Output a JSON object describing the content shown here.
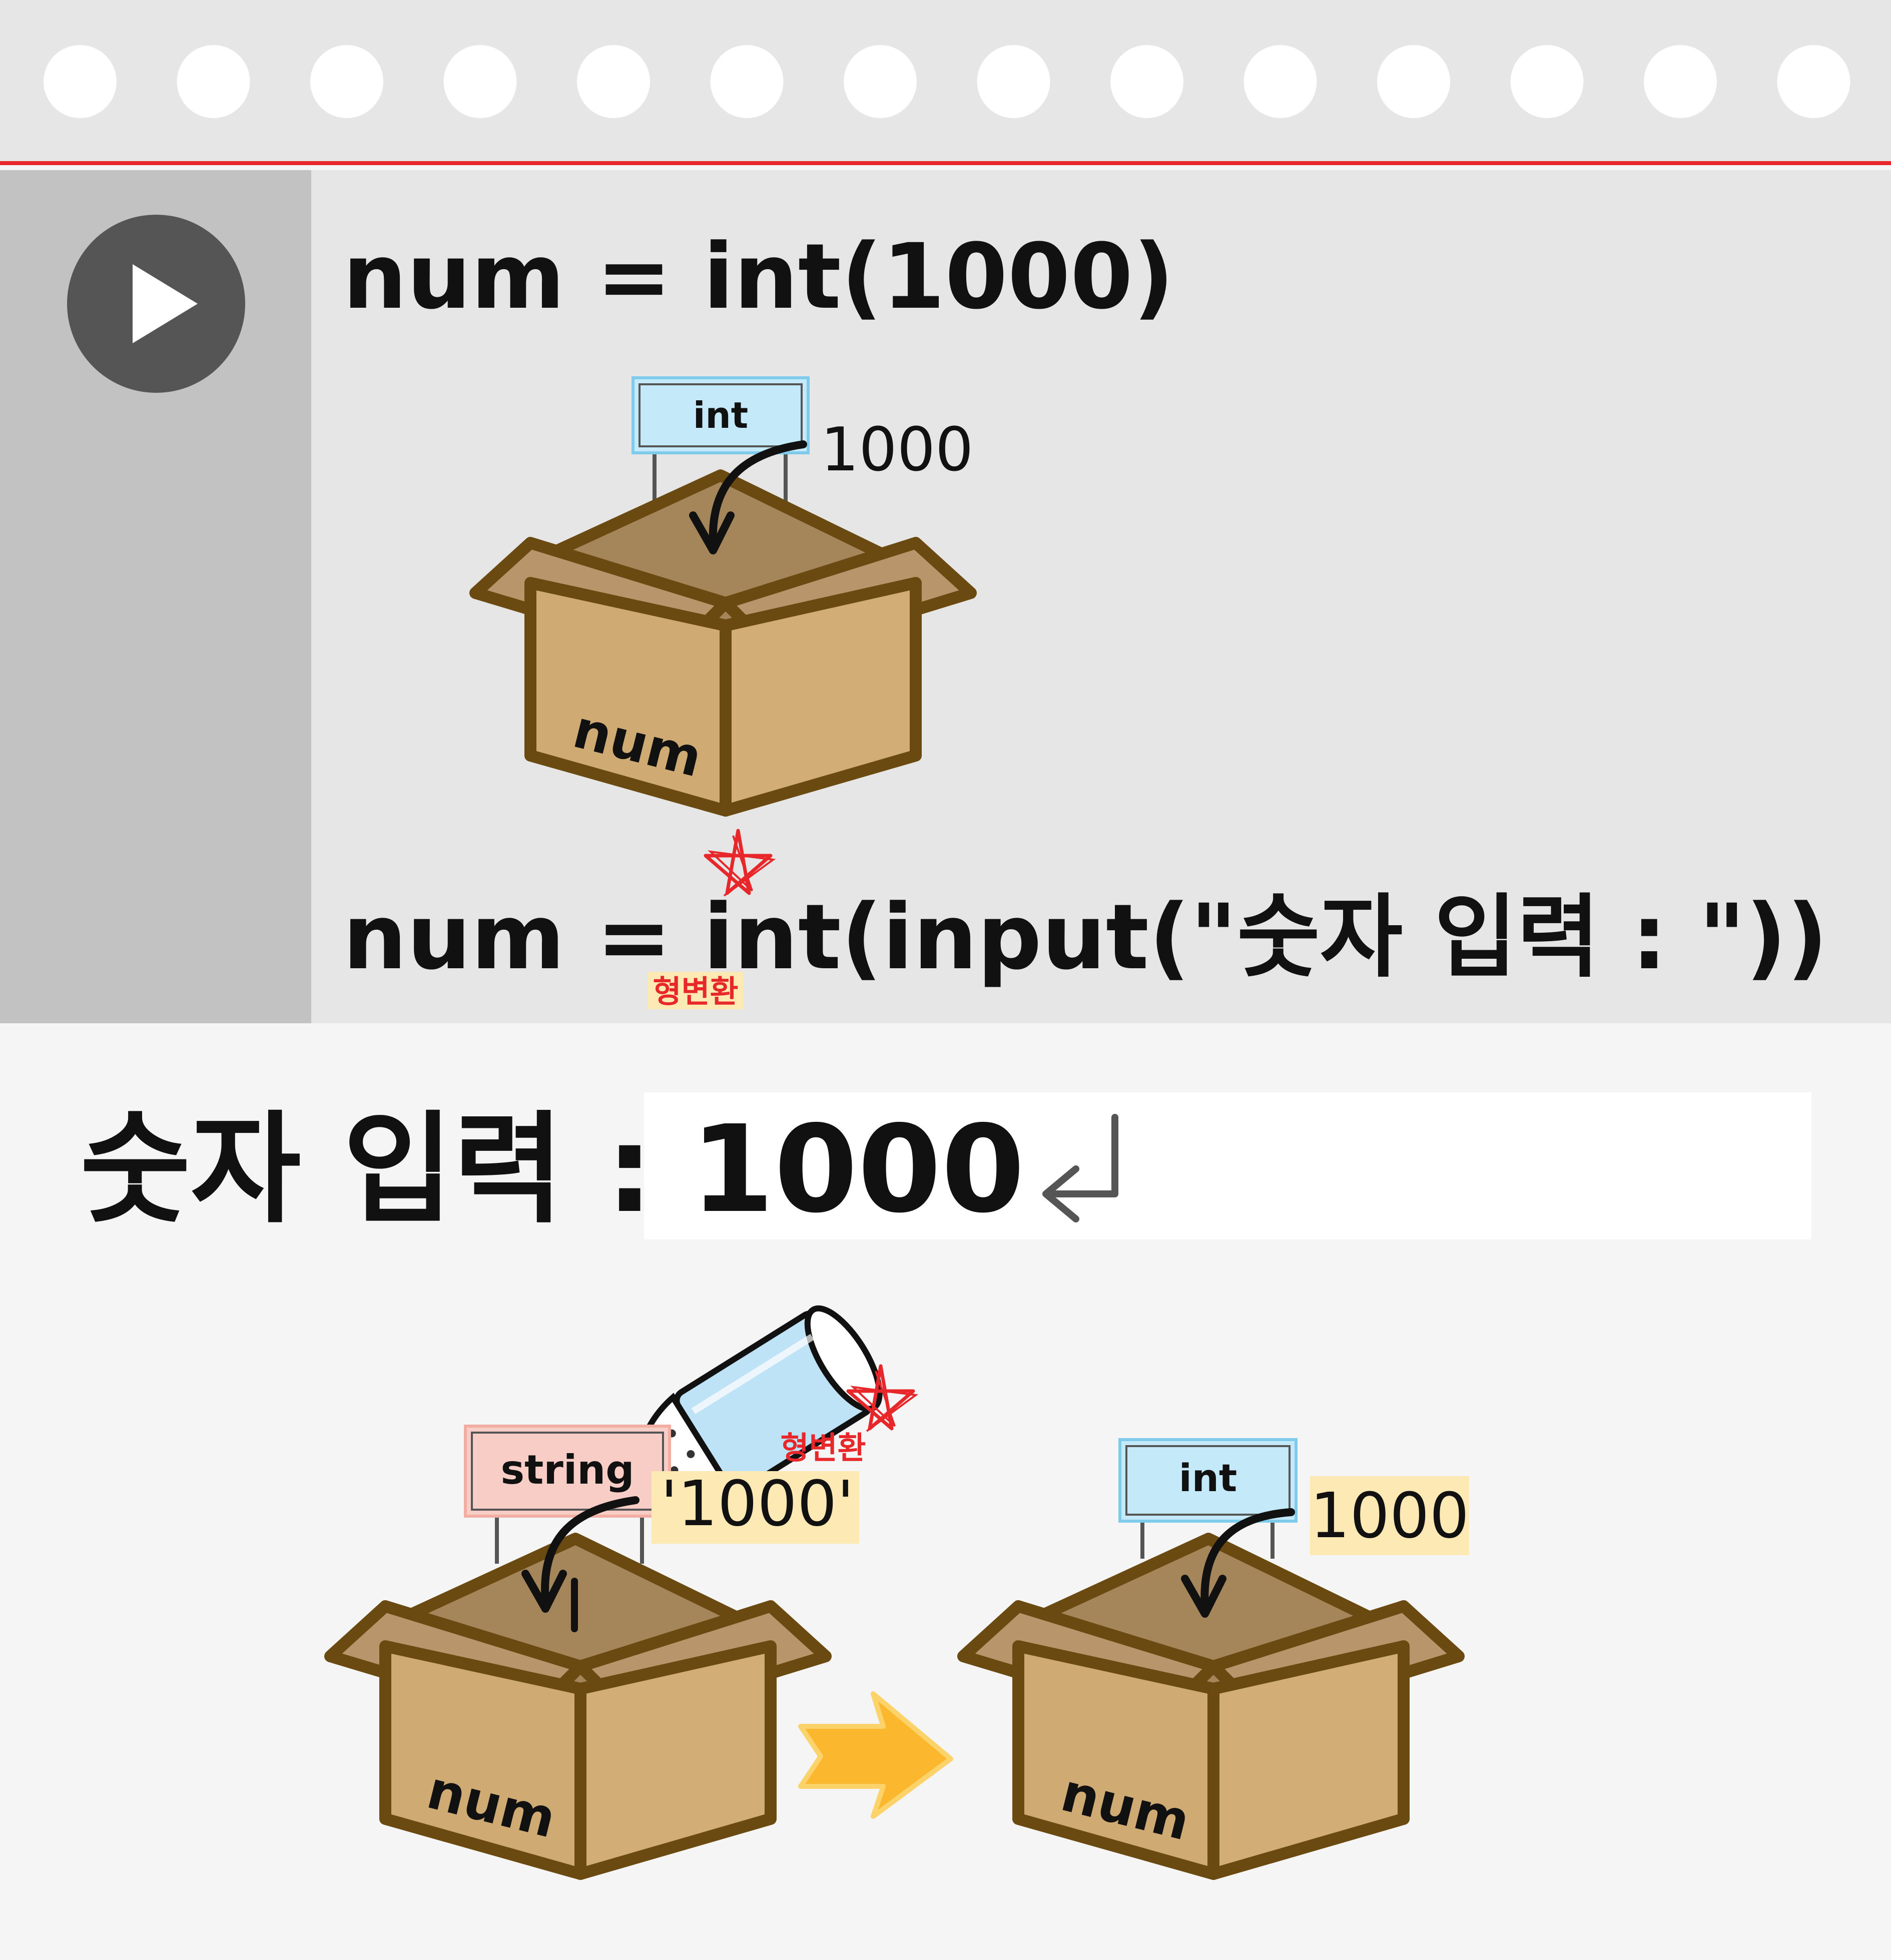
{
  "code_panel": {
    "line1": "num = int(1000)",
    "line2": "num = int(input(\"숫자 입력 : \"))",
    "line2_annotation": "형변환",
    "box1": {
      "label": "num",
      "tag": "int",
      "value": "1000"
    }
  },
  "console": {
    "prompt": "숫자 입력 :",
    "input_value": "1000",
    "enter_icon": "enter-return-icon"
  },
  "conversion": {
    "annotation": "형변환",
    "source_box": {
      "label": "num",
      "tag": "string",
      "value": "'1000'"
    },
    "target_box": {
      "label": "num",
      "tag": "int",
      "value": "1000"
    },
    "icons": [
      "salt-shaker-icon",
      "arrow-right-icon",
      "play-icon",
      "star-mark-icon"
    ]
  },
  "colors": {
    "page_bg": "#f5f5f5",
    "panel_bg": "#e6e6e6",
    "gutter_bg": "#c2c2c2",
    "red_line": "#e8272a",
    "box_front": "#cfaa72",
    "box_top": "#a5855a",
    "box_outline": "#6b4a12",
    "int_tag": "#c4e9f8",
    "string_tag": "#f7cdc6",
    "highlight": "#fde9b3",
    "arrow": "#fbb72e"
  }
}
